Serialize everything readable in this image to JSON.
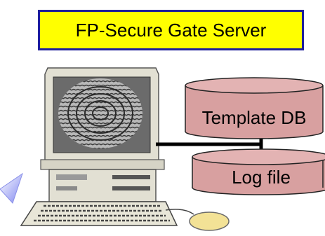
{
  "title": "FP-Secure Gate Server",
  "databases": [
    {
      "label": "Template DB"
    },
    {
      "label": "Log file"
    }
  ],
  "colors": {
    "title_fill": "#ffff00",
    "title_border": "#1f1f9c",
    "db_fill": "#d8a0a0",
    "db_top": "#e3b3b3",
    "connector": "#000000",
    "monitor_body": "#e2e0d3",
    "mouse": "#f3e296"
  },
  "icons": [
    "computer-icon",
    "fingerprint-icon",
    "keyboard-icon",
    "mouse-icon",
    "database-icon"
  ]
}
